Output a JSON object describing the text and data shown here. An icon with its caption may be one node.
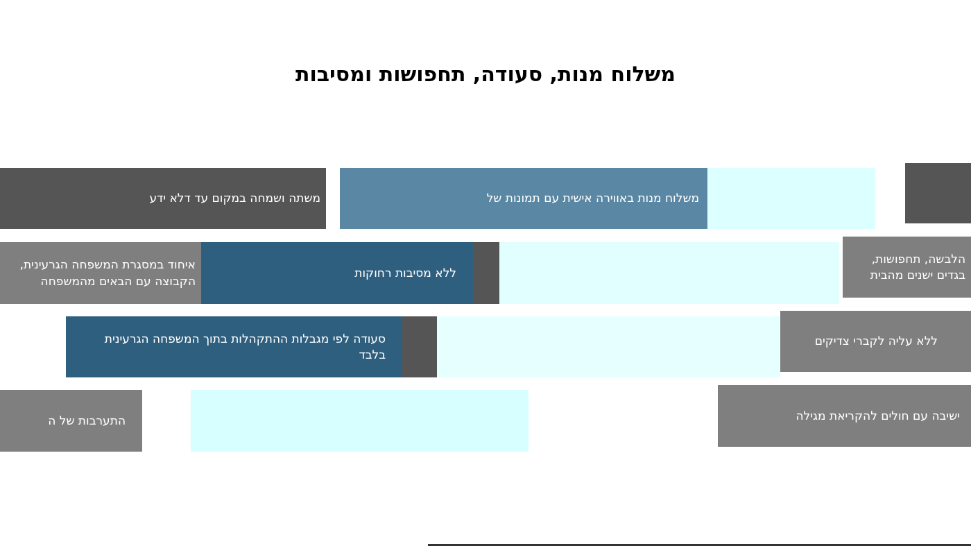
{
  "diagram": {
    "title": "משלוח מנות, סעודה, תחפושות ומסיבות",
    "nodes": [
      {
        "text": [
          "משלוח מנות באווירה אישית עם תמונות של"
        ]
      },
      {
        "text": [
          "משתה ושמחה במקום עד דלא ידע"
        ]
      },
      {
        "text": [
          "הלבשה, תחפושות, בגדים ישנים מהבית"
        ]
      },
      {
        "text": [
          "ללא מסיבות רחוקות"
        ]
      },
      {
        "text": [
          "איחוד במסגרת המשפחה הגרעינית, הקבוצה עם הבאים מהמשפחה"
        ]
      },
      {
        "text": [
          "ללא עליה לקברי צדיקים"
        ]
      },
      {
        "text": [
          "סעודה לפי מגבלות ההתקהלות בתוך המשפחה הגרעינית בלבד"
        ]
      },
      {
        "text": [
          "ישיבה עם חולים להקריאת מגילה"
        ]
      },
      {
        "text": [
          "התערבות של ה"
        ]
      }
    ]
  }
}
